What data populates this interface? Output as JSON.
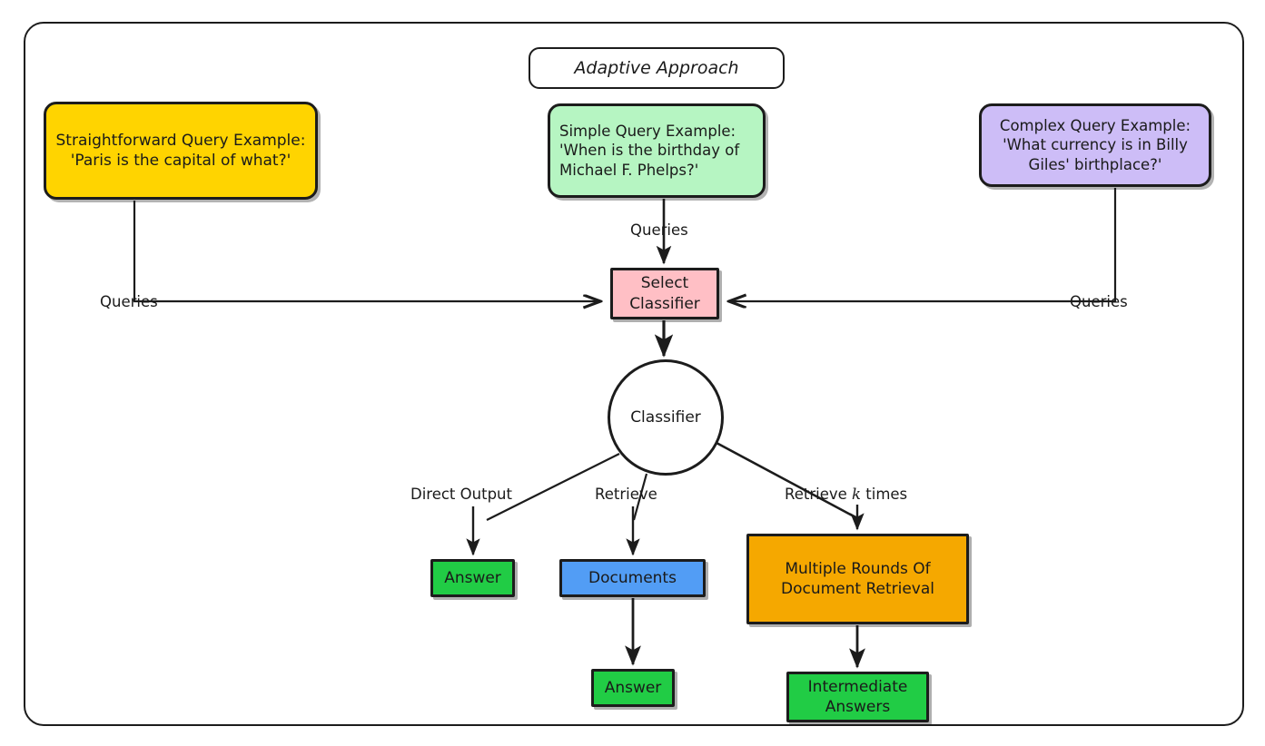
{
  "diagram": {
    "title": "Adaptive Approach",
    "type": "flowchart",
    "nodes": {
      "straightforward_query": "Straightforward Query Example: 'Paris is the capital of what?'",
      "simple_query": "Simple Query Example: 'When is the birthday of Michael F. Phelps?'",
      "complex_query": "Complex Query Example: 'What currency is in Billy Giles' birthplace?'",
      "select_classifier": "Select Classifier",
      "classifier": "Classifier",
      "answer_direct": "Answer",
      "documents": "Documents",
      "multiple_rounds": "Multiple Rounds Of Document Retrieval",
      "answer_from_documents": "Answer",
      "intermediate_answers": "Intermediate Answers"
    },
    "edge_labels": {
      "queries_left": "Queries",
      "queries_top": "Queries",
      "queries_right": "Queries",
      "direct_output": "Direct Output",
      "retrieve": "Retrieve",
      "retrieve_k_times_prefix": "Retrieve ",
      "retrieve_k_times_var": "k",
      "retrieve_k_times_suffix": " times"
    },
    "colors": {
      "straightforward_query": "#FFD400",
      "simple_query": "#B6F5C2",
      "complex_query": "#CDBDF7",
      "select_classifier": "#FFBFC5",
      "classifier": "#FFFFFF",
      "answer": "#21CC45",
      "documents": "#529DF5",
      "multiple_rounds": "#F5A800",
      "stroke": "#1C1C1C",
      "background": "#FFFFFF"
    }
  }
}
